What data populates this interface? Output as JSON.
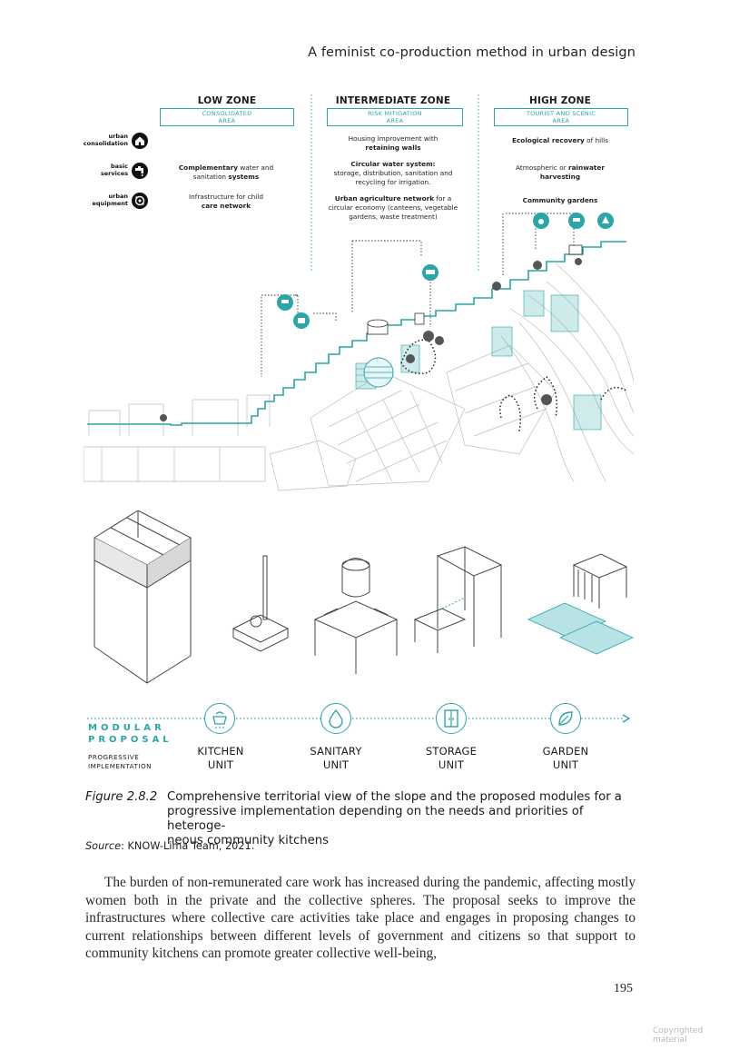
{
  "header": {
    "title": "A feminist co-production method in urban design"
  },
  "zones": [
    {
      "title": "LOW ZONE",
      "box": [
        "CONSOLIDATED",
        "AREA"
      ],
      "items": [
        {
          "pre": "",
          "bold": "Complementary",
          "post": " water and",
          "line2_pre": "sanitation ",
          "line2_bold": "systems"
        },
        {
          "pre": "Infrastructure for child",
          "bold": "",
          "post": "",
          "line2_pre": "",
          "line2_bold": "care network"
        }
      ]
    },
    {
      "title": "INTERMEDIATE ZONE",
      "box": [
        "RISK MITIGATION",
        "AREA"
      ],
      "items": [
        {
          "line1": "Housing improvement with",
          "line2_bold": "retaining walls"
        },
        {
          "line1_bold": "Circular water system:",
          "line2": "storage, distribution, sanitation and",
          "line3": "recycling for irrigation."
        },
        {
          "line1_bold": "Urban agriculture network",
          "line1_post": " for a",
          "line2": "circular economy (canteens, vegetable",
          "line3": "gardens, waste treatment)"
        }
      ]
    },
    {
      "title": "HIGH ZONE",
      "box": [
        "TOURIST AND SCENIC",
        "AREA"
      ],
      "items": [
        {
          "line1_bold": "Ecological recovery",
          "line1_post": " of hills"
        },
        {
          "line1": "Atmospheric or ",
          "line1_bold": "rainwater",
          "line2_bold": "harvesting"
        },
        {
          "line1_bold": "Community gardens"
        }
      ]
    }
  ],
  "legend": [
    {
      "label1": "urban",
      "label2": "consolidation",
      "icon": "house-icon"
    },
    {
      "label1": "basic",
      "label2": "services",
      "icon": "faucet-icon"
    },
    {
      "label1": "urban",
      "label2": "equipment",
      "icon": "equipment-icon"
    }
  ],
  "modular": {
    "title1": "MODULAR",
    "title2": "PROPOSAL",
    "sub1": "PROGRESSIVE",
    "sub2": "IMPLEMENTATION",
    "units": [
      {
        "name": "KITCHEN",
        "unit": "UNIT",
        "icon": "cooking-pot-icon"
      },
      {
        "name": "SANITARY",
        "unit": "UNIT",
        "icon": "water-drop-icon"
      },
      {
        "name": "STORAGE",
        "unit": "UNIT",
        "icon": "cabinet-icon"
      },
      {
        "name": "GARDEN",
        "unit": "UNIT",
        "icon": "leaf-icon"
      }
    ]
  },
  "caption": {
    "label": "Figure 2.8.2",
    "line1": "Comprehensive territorial view of the slope and the proposed modules for a",
    "line2": "progressive implementation depending on the needs and priorities of heteroge-",
    "line3": "neous community kitchens"
  },
  "source": {
    "label": "Source",
    "text": ": KNOW-Lima Team, 2021."
  },
  "body": "The burden of non-remunerated care work has increased during the pandemic, affecting mostly women both in the private and the collective spheres. The proposal seeks to improve the infrastructures where collective care activities take place and engages in proposing changes to current relationships between different levels of government and citizens so that support to community kitchens can promote greater collective well-being,",
  "page_number": "195",
  "copyright": "Copyrighted material",
  "colors": {
    "teal": "#2aa5a8",
    "text": "#1a1a1a"
  }
}
